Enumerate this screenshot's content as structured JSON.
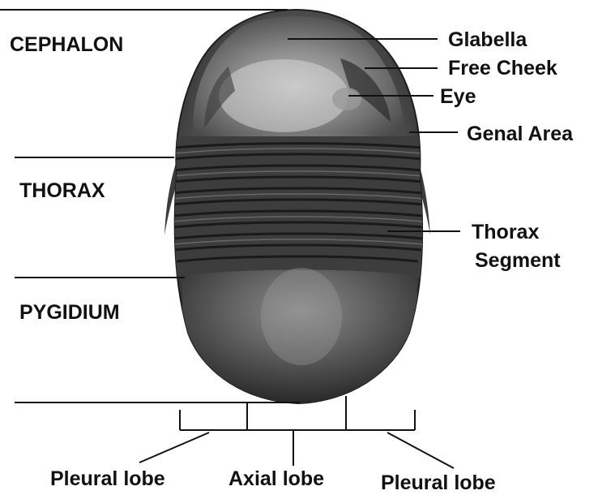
{
  "diagram": {
    "regions": {
      "cephalon": "CEPHALON",
      "thorax": "THORAX",
      "pygidium": "PYGIDIUM"
    },
    "parts": {
      "glabella": "Glabella",
      "free_cheek": "Free Cheek",
      "eye": "Eye",
      "genal_area": "Genal Area",
      "thorax_segment_line1": "Thorax",
      "thorax_segment_line2": "Segment"
    },
    "lobes": {
      "pleural_left": "Pleural lobe",
      "axial": "Axial lobe",
      "pleural_right": "Pleural lobe"
    }
  },
  "colors": {
    "ink": "#111111",
    "background": "#ffffff"
  }
}
